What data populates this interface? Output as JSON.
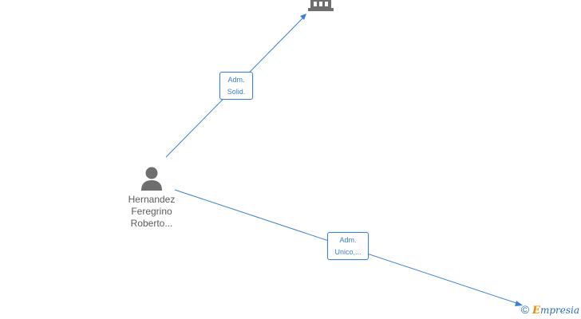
{
  "person": {
    "name_lines": [
      "Hernandez",
      "Feregrino",
      "Roberto..."
    ],
    "icon": "person-icon"
  },
  "company": {
    "icon": "building-icon"
  },
  "edges": [
    {
      "label_lines": [
        "Adm.",
        "Solid."
      ],
      "target": "company"
    },
    {
      "label_lines": [
        "Adm.",
        "Unico,..."
      ],
      "target": "empresia-logo"
    }
  ],
  "footer": {
    "copyright_symbol": "©",
    "brand_initial": "E",
    "brand_rest": "mpresia"
  },
  "colors": {
    "edge": "#3b7fd4",
    "icon": "#6e6e6e",
    "brand_orange": "#f08a00",
    "brand_blue": "#2a6fb8"
  }
}
